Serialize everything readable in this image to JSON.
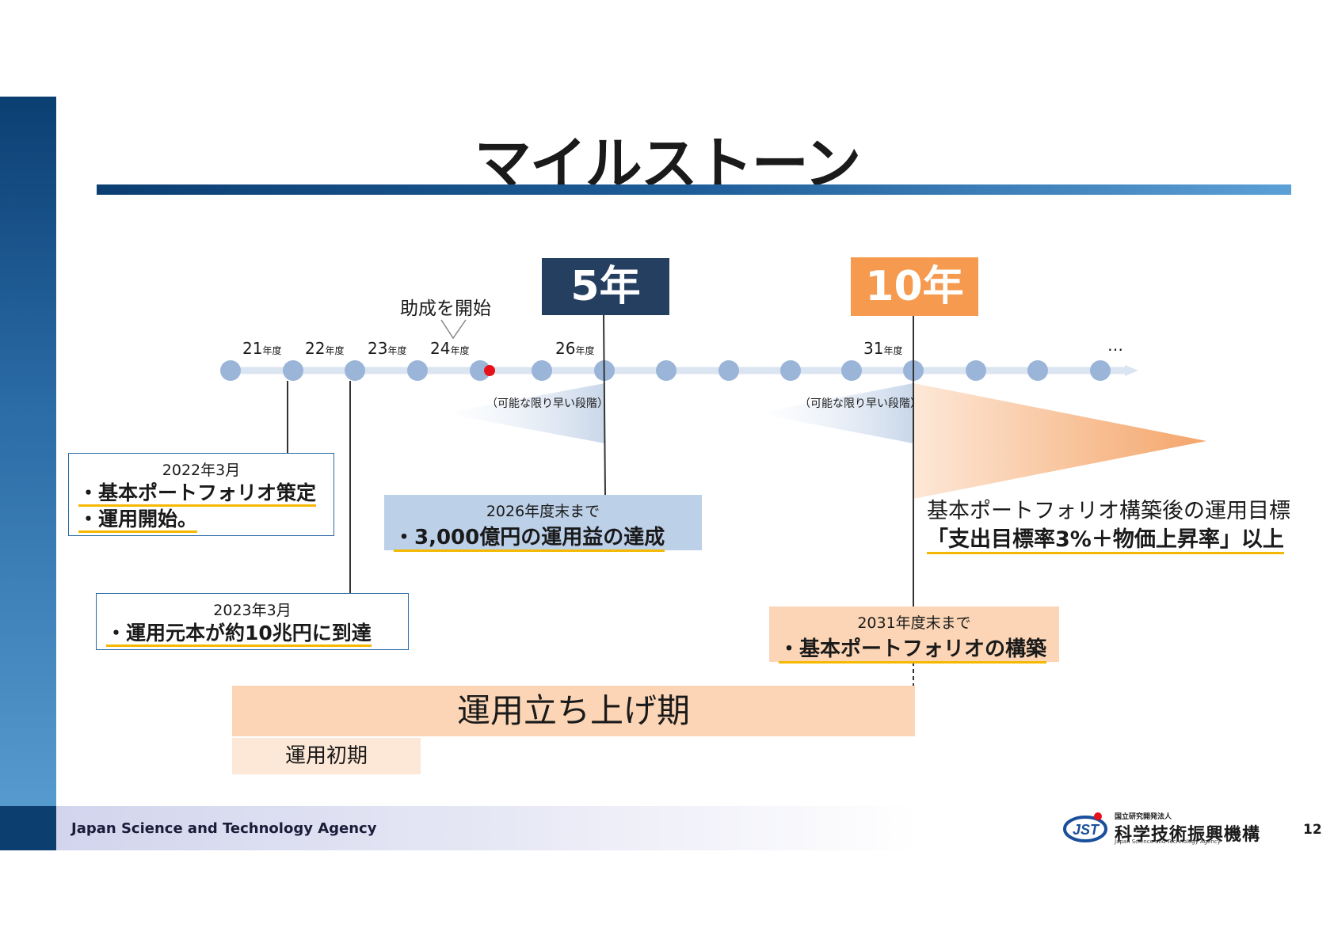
{
  "title": "マイルストーン",
  "footer": {
    "org_en": "Japan Science and Technology Agency",
    "logo_small": "国立研究開発法人",
    "logo_name": "科学技術振興機構",
    "logo_en": "Japan Science and Technology Agency",
    "logo_mark": "JST",
    "page_number": "12"
  },
  "timeline": {
    "ticks": [
      {
        "num": "21",
        "unit": "年度"
      },
      {
        "num": "22",
        "unit": "年度"
      },
      {
        "num": "23",
        "unit": "年度"
      },
      {
        "num": "24",
        "unit": "年度"
      },
      {
        "num": "26",
        "unit": "年度"
      },
      {
        "num": "31",
        "unit": "年度"
      }
    ],
    "ellipsis": "…",
    "start_label": "助成を開始",
    "early_stage_1": "（可能な限り早い段階）",
    "early_stage_2": "（可能な限り早い段階）"
  },
  "milestones": {
    "five": "5年",
    "ten": "10年"
  },
  "cards": {
    "c2022": {
      "date": "2022年3月",
      "item1": "・基本ポートフォリオ策定",
      "item2": "・運用開始。"
    },
    "c2023": {
      "date": "2023年3月",
      "item1": "・運用元本が約10兆円に到達"
    },
    "c2026": {
      "date": "2026年度末まで",
      "item1": "・3,000億円の運用益の達成"
    },
    "c2031": {
      "date": "2031年度末まで",
      "item1": "・基本ポートフォリオの構築"
    }
  },
  "target": {
    "line1": "基本ポートフォリオ構築後の運用目標",
    "line2": "「支出目標率3%＋物価上昇率」以上"
  },
  "phases": {
    "main": "運用立ち上げ期",
    "early": "運用初期"
  },
  "colors": {
    "navy": "#243f60",
    "orange": "#f59a4f",
    "dot": "#9bb5d9",
    "start_dot": "#e8101a",
    "underline": "#f5b800"
  }
}
